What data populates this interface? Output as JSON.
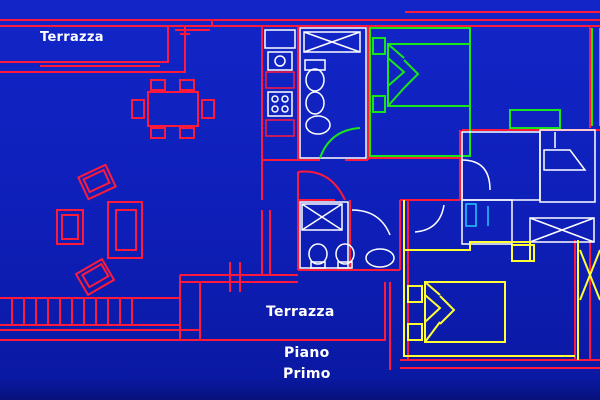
{
  "plan": {
    "labels": {
      "terrazza_top": "Terrazza",
      "terrazza_bottom": "Terrazza",
      "piano": "Piano",
      "primo": "Primo"
    },
    "colors": {
      "background": "#1226c8",
      "walls": "#ff1a3c",
      "fixtures": "#ffffff",
      "bedroom_a": "#19e619",
      "bedroom_b": "#ffff33",
      "accent_cyan": "#22c8ff"
    },
    "icons": [
      "dining-table-icon",
      "sofa-icon",
      "armchair-icon",
      "coffee-table-icon",
      "bed-icon",
      "shower-icon",
      "toilet-icon",
      "sink-icon",
      "stove-icon",
      "door-swing-icon",
      "stair-icon"
    ]
  }
}
